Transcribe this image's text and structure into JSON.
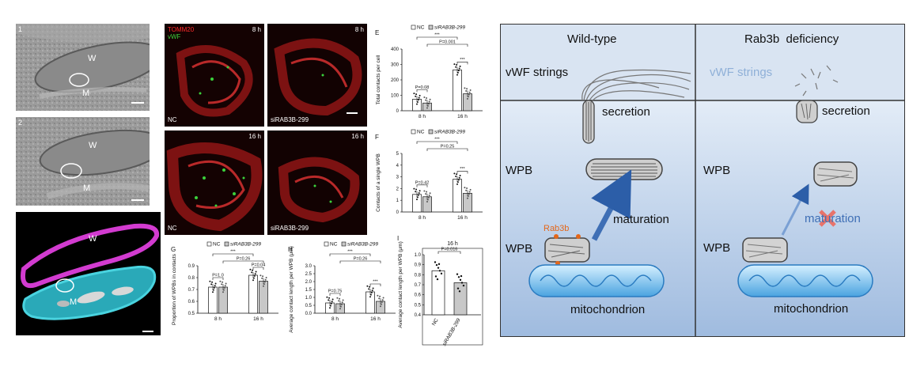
{
  "em": {
    "panel1_num": "1",
    "panel2_num": "2",
    "w": "W",
    "m": "M"
  },
  "confocal": {
    "tomm20": "TOMM20",
    "vwf": "vWF",
    "t8": "8 h",
    "t16": "16 h",
    "nc": "NC",
    "si": "siRAB3B-299"
  },
  "charts": {
    "E": {
      "letter": "E",
      "ylabel": "Total contacts per cell",
      "legend_nc": "NC",
      "legend_si": "siRAB3B-299",
      "p1": "P=0.08",
      "p2": "***",
      "p3": "P=0.001",
      "p4": "***",
      "x1": "8 h",
      "x2": "16 h"
    },
    "F": {
      "letter": "F",
      "ylabel": "Contacts of a single WPB",
      "legend_nc": "NC",
      "legend_si": "siRAB3B-299",
      "p1": "P=0.42",
      "p2": "***",
      "p3": "P=0.25",
      "p4": "***",
      "x1": "8 h",
      "x2": "16 h"
    },
    "G": {
      "letter": "G",
      "ylabel": "Proportion of WPBs in contacts",
      "legend_nc": "NC",
      "legend_si": "siRAB3B-299",
      "p1": "P=1.0",
      "p2": "***",
      "p3": "P=0.26",
      "p4": "P=0.04",
      "x1": "8 h",
      "x2": "16 h"
    },
    "H": {
      "letter": "H",
      "ylabel": "Average contact length per WPB (μm)",
      "legend_nc": "NC",
      "legend_si": "siRAB3B-299",
      "p1": "P=0.75",
      "p2": "***",
      "p3": "P=0.26",
      "p4": "***",
      "x1": "8 h",
      "x2": "16 h"
    },
    "I": {
      "letter": "I",
      "title": "16 h",
      "ylabel": "Average contact length per WPB (μm)",
      "p": "P=0.016",
      "x1": "NC",
      "x2": "siRAB3B-299"
    }
  },
  "chart_data": [
    {
      "type": "bar",
      "panel": "E",
      "categories": [
        "8 h",
        "16 h"
      ],
      "series": [
        {
          "name": "NC",
          "values": [
            75,
            265
          ]
        },
        {
          "name": "siRAB3B-299",
          "values": [
            50,
            110
          ]
        }
      ],
      "ylim": [
        0,
        400
      ],
      "yticks": [
        0,
        100,
        200,
        300,
        400
      ]
    },
    {
      "type": "bar",
      "panel": "F",
      "categories": [
        "8 h",
        "16 h"
      ],
      "series": [
        {
          "name": "NC",
          "values": [
            1.5,
            2.8
          ]
        },
        {
          "name": "siRAB3B-299",
          "values": [
            1.3,
            1.6
          ]
        }
      ],
      "ylim": [
        0,
        5
      ],
      "yticks": [
        0,
        1,
        2,
        3,
        4,
        5
      ]
    },
    {
      "type": "bar",
      "panel": "G",
      "categories": [
        "8 h",
        "16 h"
      ],
      "series": [
        {
          "name": "NC",
          "values": [
            0.72,
            0.82
          ]
        },
        {
          "name": "siRAB3B-299",
          "values": [
            0.72,
            0.77
          ]
        }
      ],
      "ylim": [
        0.5,
        0.9
      ],
      "yticks": [
        0.5,
        0.6,
        0.7,
        0.8,
        0.9
      ]
    },
    {
      "type": "bar",
      "panel": "H",
      "categories": [
        "8 h",
        "16 h"
      ],
      "series": [
        {
          "name": "NC",
          "values": [
            0.65,
            1.35
          ]
        },
        {
          "name": "siRAB3B-299",
          "values": [
            0.6,
            0.75
          ]
        }
      ],
      "ylim": [
        0,
        3
      ],
      "yticks": [
        0.0,
        0.5,
        1.0,
        1.5,
        2.0,
        2.5,
        3.0
      ]
    },
    {
      "type": "bar",
      "panel": "I",
      "categories": [
        "NC",
        "siRAB3B-299"
      ],
      "series": [
        {
          "name": "",
          "values": [
            0.84,
            0.72
          ]
        }
      ],
      "ylim": [
        0.4,
        1.0
      ],
      "yticks": [
        0.4,
        0.5,
        0.6,
        0.7,
        0.8,
        0.9,
        1.0
      ]
    }
  ],
  "schematic": {
    "wt_title": "Wild-type",
    "rab_title": "Rab3b  deficiency",
    "vwf_strings": "vWF strings",
    "vwf_strings_faded": "vWF strings",
    "secretion": "secretion",
    "wpb": "WPB",
    "rab3b": "Rab3b",
    "maturation": "maturation",
    "mitochondrion": "mitochondrion",
    "colors": {
      "top_bg": "#d6e2f1",
      "bottom_bg": "#b9cde6",
      "border": "#333333",
      "arrow": "#3f6fb5",
      "rab": "#e4671a",
      "cross": "#e8736b"
    }
  }
}
